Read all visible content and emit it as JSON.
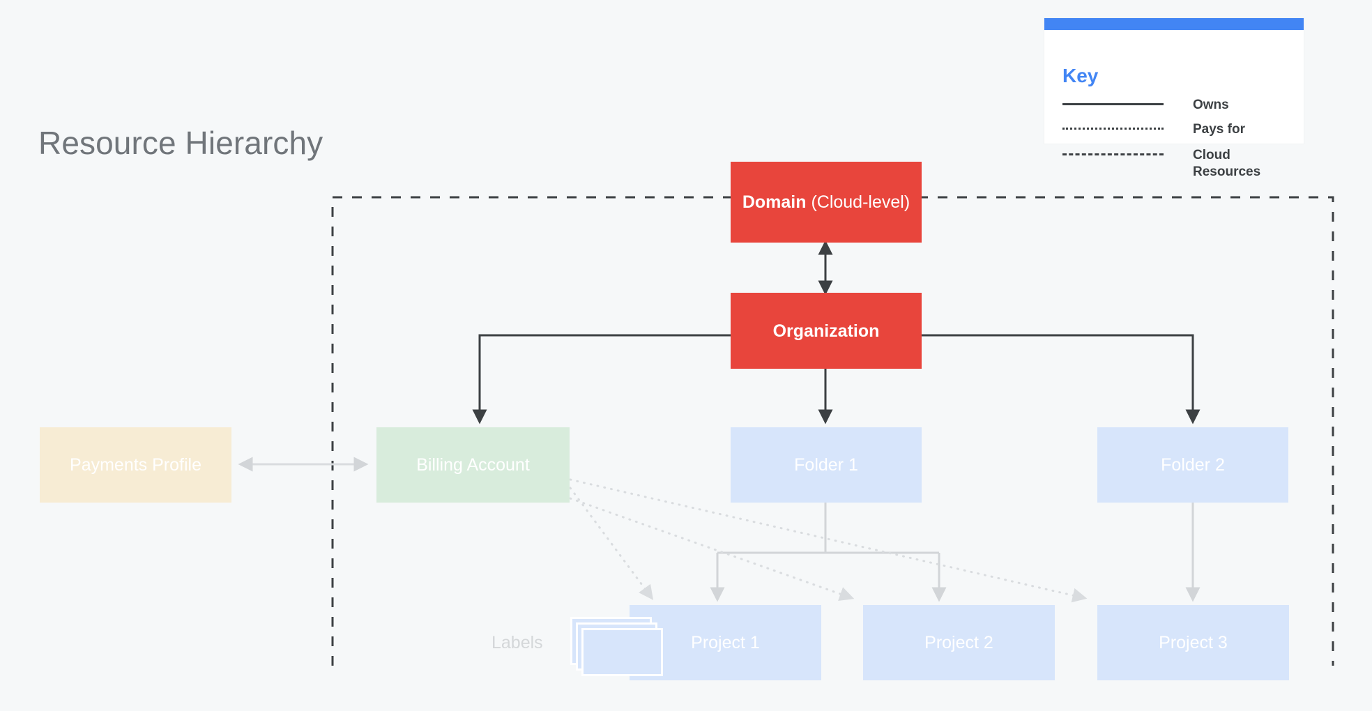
{
  "page": {
    "title": "Resource Hierarchy",
    "background_color": "#f6f8f9"
  },
  "key": {
    "title": "Key",
    "accent_color": "#4285f4",
    "items": [
      {
        "style": "solid",
        "label": "Owns"
      },
      {
        "style": "dotted",
        "label": "Pays for"
      },
      {
        "style": "dashed",
        "label": "Cloud Resources"
      }
    ]
  },
  "nodes": {
    "domain": {
      "label_strong": "Domain",
      "label_light": " (Cloud-level)",
      "color": "#e8453c"
    },
    "organization": {
      "label": "Organization",
      "color": "#e8453c"
    },
    "payments_profile": {
      "label": "Payments Profile",
      "color": "#f7ecd4"
    },
    "billing_account": {
      "label": "Billing Account",
      "color": "#d8ecdc"
    },
    "folder_1": {
      "label": "Folder 1",
      "color": "#d7e5fb"
    },
    "folder_2": {
      "label": "Folder 2",
      "color": "#d7e5fb"
    },
    "project_1": {
      "label": "Project 1",
      "color": "#d7e5fb"
    },
    "project_2": {
      "label": "Project 2",
      "color": "#d7e5fb"
    },
    "project_3": {
      "label": "Project 3",
      "color": "#d7e5fb"
    },
    "labels": {
      "label": "Labels",
      "color": "#d7e5fb"
    }
  },
  "edges": {
    "owns_color": "#3c4043",
    "pays_for_color": "#dadce0",
    "cloud_boundary_color": "#3c4043"
  }
}
